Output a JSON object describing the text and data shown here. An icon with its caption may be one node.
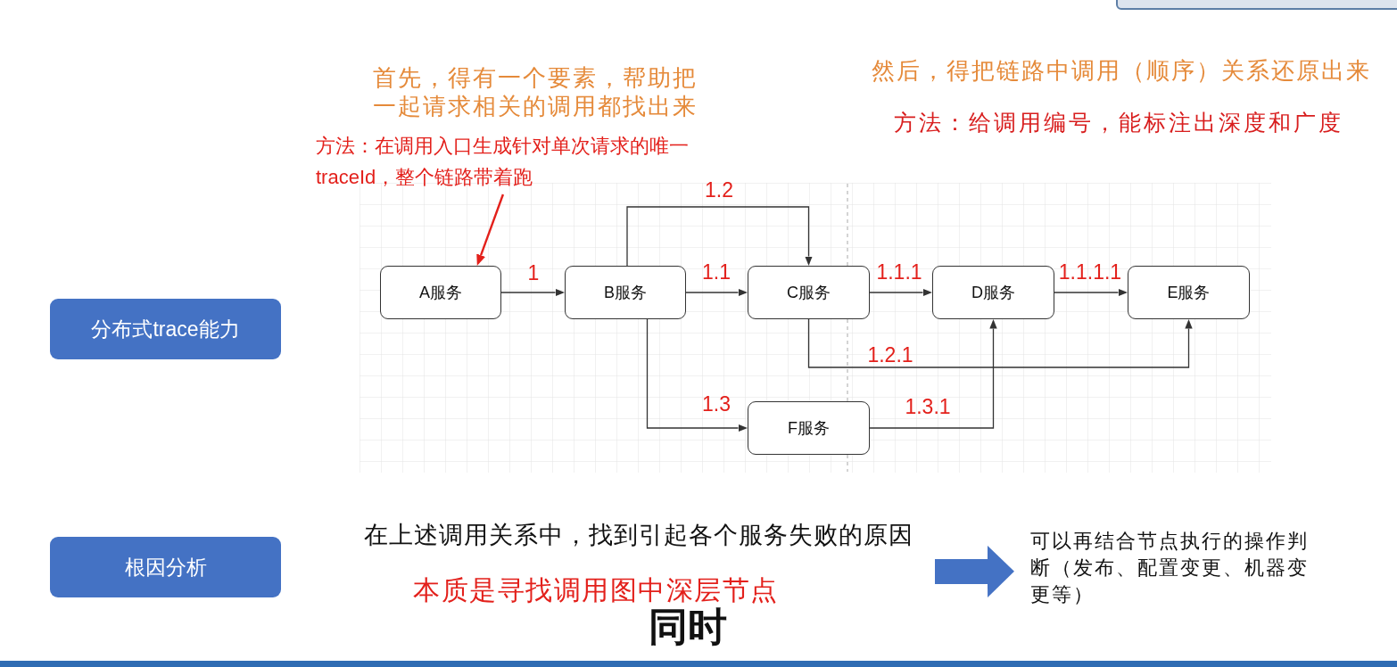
{
  "diagram": {
    "nodes": [
      {
        "text": [
          "方法：在调用入口生成针对单次请求的唯一traceId，整个链路带着跑"
        ]
      },
      {
        "text": [
          "分布式trace能力"
        ]
      },
      {
        "text": [
          "A服务"
        ]
      },
      {
        "text": [
          "B服务"
        ]
      },
      {
        "text": [
          "C服务"
        ]
      },
      {
        "text": [
          "D服务"
        ]
      },
      {
        "text": [
          "E服务"
        ]
      },
      {
        "text": [
          "F服务"
        ]
      },
      {
        "text": [
          "根因分析"
        ]
      },
      {
        "text": [
          "在上述调用关系中，找到引起各个服务失败的原因",
          "本质是寻找调用图中深层节点"
        ]
      },
      {
        "text": [
          "可以再结合节点执行的操作判断（发布、配置变更、机器变更等）"
        ]
      }
    ],
    "edges": [
      {
        "from": 2,
        "to": 3,
        "arrow": "to",
        "label": "1"
      },
      {
        "from": 3,
        "to": 4,
        "arrow": "to",
        "label": "1.1"
      },
      {
        "from": 3,
        "to": 4,
        "arrow": "to",
        "label": "1.2"
      },
      {
        "from": 3,
        "to": 7,
        "arrow": "to",
        "label": "1.3"
      },
      {
        "from": 4,
        "to": 5,
        "arrow": "to",
        "label": "1.1.1"
      },
      {
        "from": 4,
        "to": 6,
        "arrow": "to",
        "label": "1.2.1"
      },
      {
        "from": 5,
        "to": 6,
        "arrow": "to",
        "label": "1.1.1.1"
      },
      {
        "from": 7,
        "to": 5,
        "arrow": "to",
        "label": "1.3.1"
      },
      {
        "from": 0,
        "to": 2,
        "arrow": "to",
        "color": "#e3201b"
      },
      {
        "from": 9,
        "to": 10,
        "arrow": "to",
        "style": "thick",
        "color": "#4472c4"
      }
    ],
    "labels": [
      "首先，得有一个要素，帮助把一起请求相关的调用都找出来",
      "然后，得把链路中调用（顺序）关系还原出来",
      "方法：给调用编号，能标注出深度和广度",
      "同时"
    ]
  }
}
